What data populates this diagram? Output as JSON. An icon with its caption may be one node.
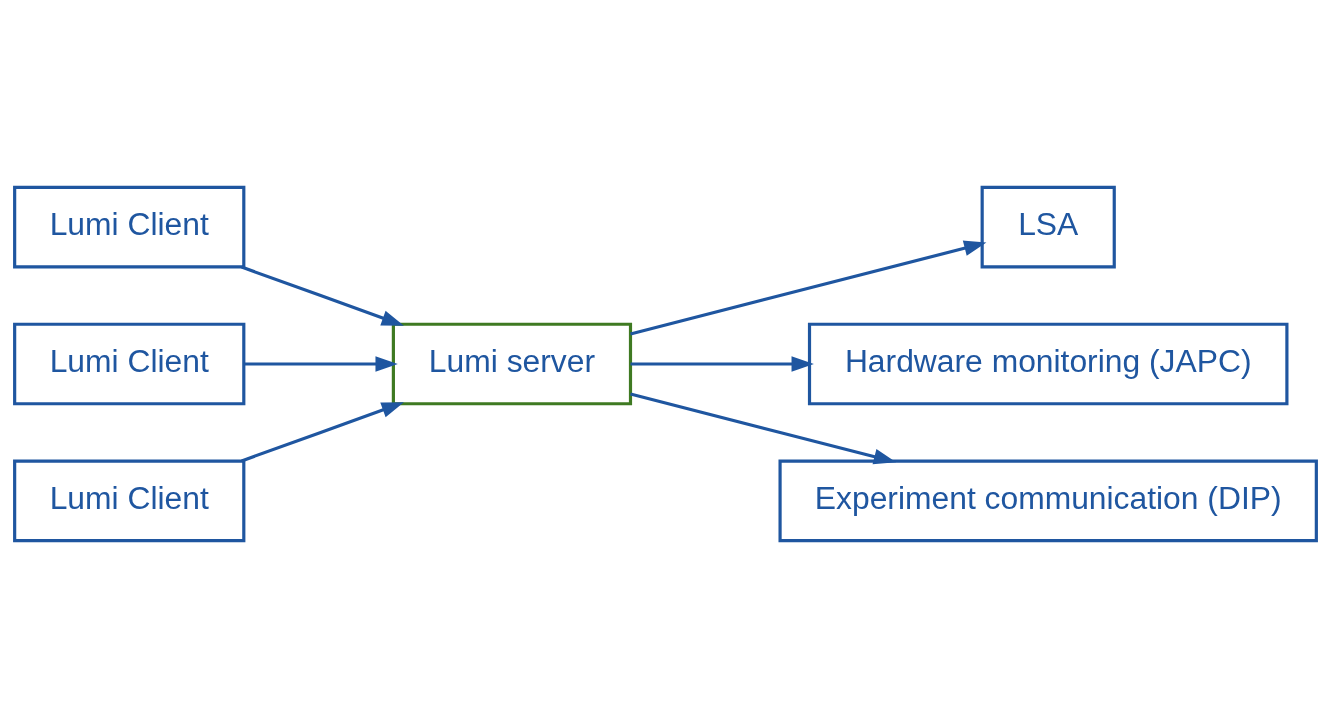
{
  "diagram": {
    "nodes": [
      {
        "text": [
          "Lumi Client"
        ]
      },
      {
        "text": [
          "Lumi Client"
        ]
      },
      {
        "text": [
          "Lumi Client"
        ]
      },
      {
        "text": [
          "Lumi server"
        ]
      },
      {
        "text": [
          "LSA"
        ]
      },
      {
        "text": [
          "Hardware monitoring (JAPC)"
        ]
      },
      {
        "text": [
          "Experiment communication (DIP)"
        ]
      }
    ],
    "edges": [
      {
        "from": 0,
        "to": 3,
        "arrow": "to"
      },
      {
        "from": 1,
        "to": 3,
        "arrow": "to"
      },
      {
        "from": 2,
        "to": 3,
        "arrow": "to"
      },
      {
        "from": 3,
        "to": 4,
        "arrow": "to"
      },
      {
        "from": 3,
        "to": 5,
        "arrow": "to"
      },
      {
        "from": 3,
        "to": 6,
        "arrow": "to"
      }
    ]
  }
}
